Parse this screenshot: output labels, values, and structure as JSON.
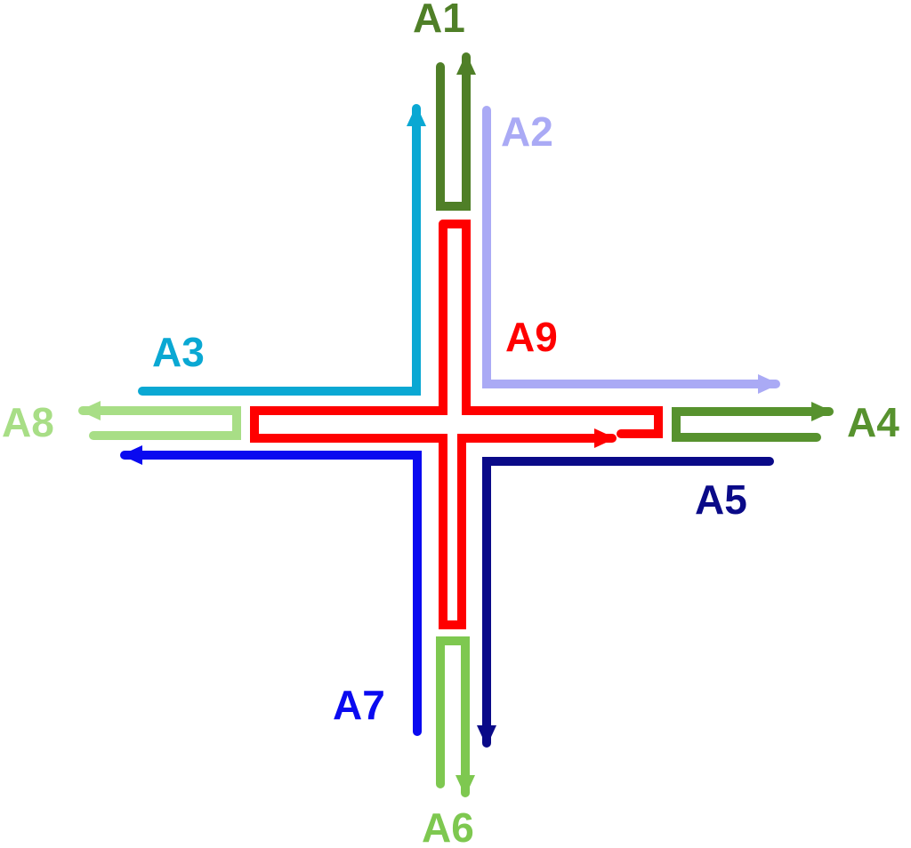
{
  "routes": [
    {
      "id": "A1",
      "label": "A1",
      "color": "#4f7f27"
    },
    {
      "id": "A2",
      "label": "A2",
      "color": "#aaaaf5"
    },
    {
      "id": "A3",
      "label": "A3",
      "color": "#0aa8d3"
    },
    {
      "id": "A4",
      "label": "A4",
      "color": "#57922e"
    },
    {
      "id": "A5",
      "label": "A5",
      "color": "#0a0a88"
    },
    {
      "id": "A6",
      "label": "A6",
      "color": "#7ec850"
    },
    {
      "id": "A7",
      "label": "A7",
      "color": "#0a0af0"
    },
    {
      "id": "A8",
      "label": "A8",
      "color": "#a8de86"
    },
    {
      "id": "A9",
      "label": "A9",
      "color": "#ff0000"
    }
  ]
}
